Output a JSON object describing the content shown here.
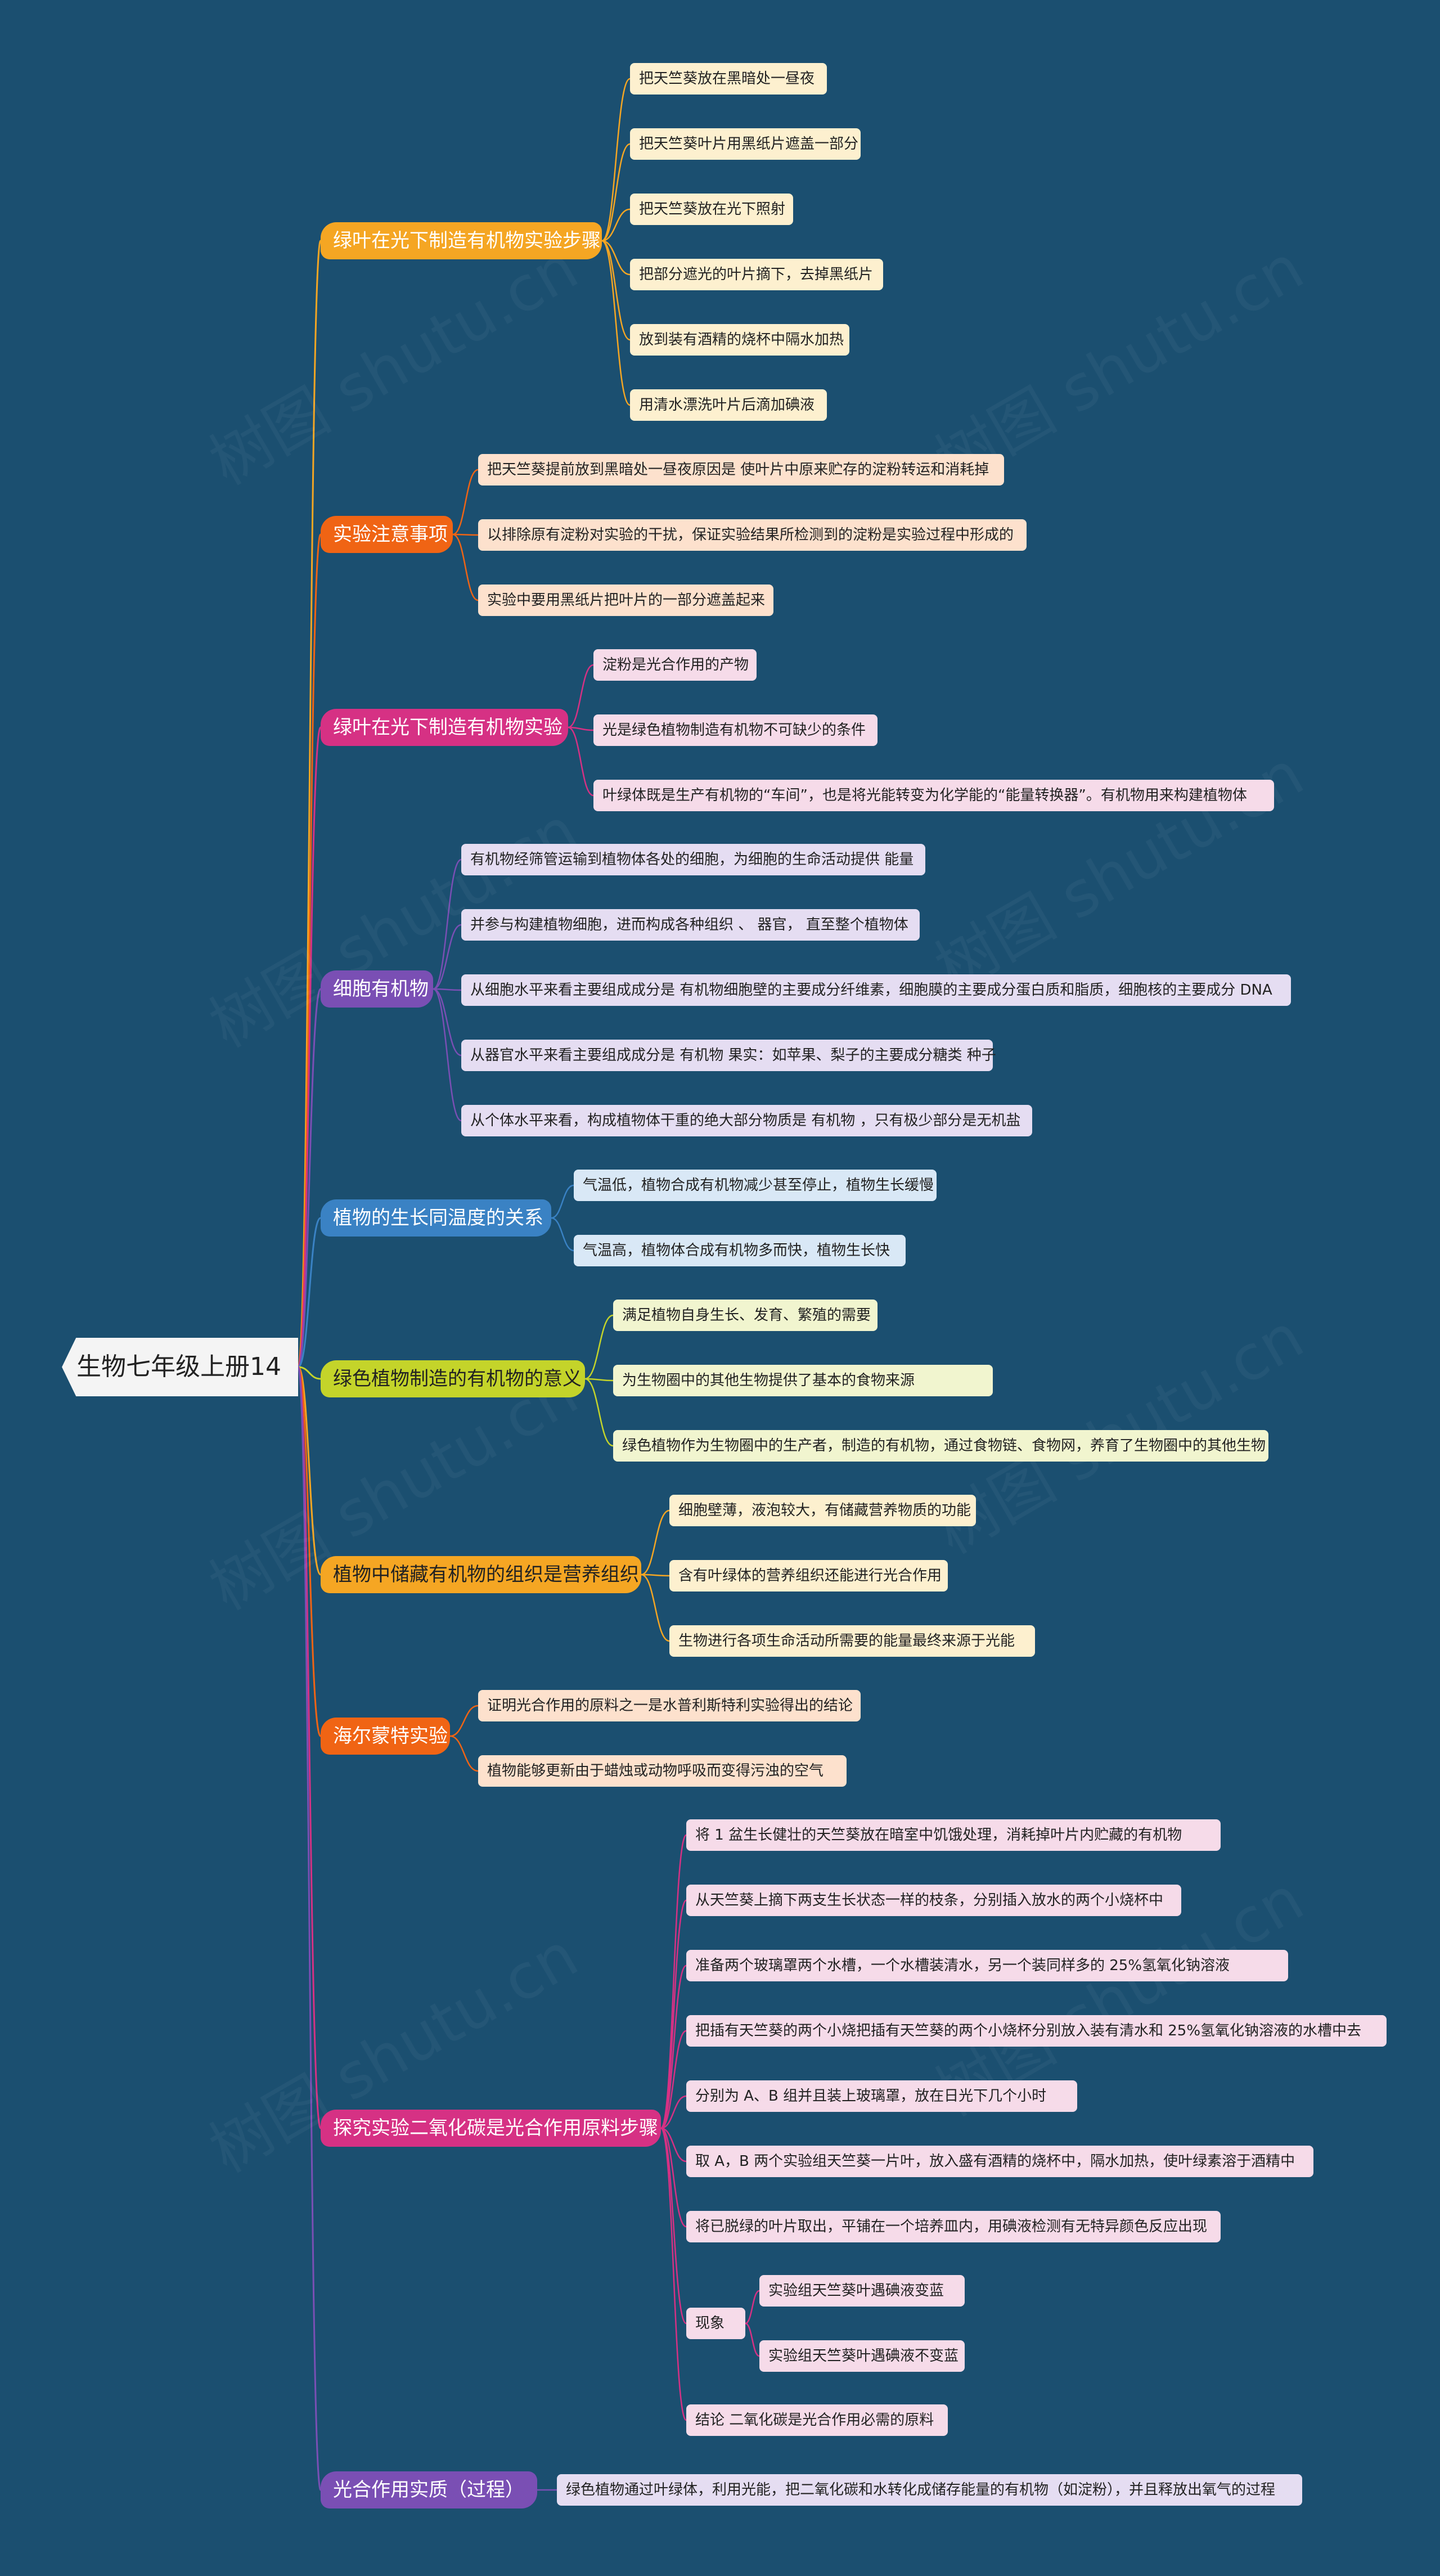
{
  "root": "生物七年级上册14",
  "watermark": "树图 shutu.cn",
  "branches": [
    {
      "label": "绿叶在光下制造有机物实验步骤",
      "color": "#f5a623",
      "leafBg": "#fdf0cf",
      "leaves": [
        "把天竺葵放在黑暗处一昼夜",
        "把天竺葵叶片用黑纸片遮盖一部分",
        "把天竺葵放在光下照射",
        "把部分遮光的叶片摘下，去掉黑纸片",
        "放到装有酒精的烧杯中隔水加热",
        "用清水漂洗叶片后滴加碘液"
      ]
    },
    {
      "label": "实验注意事项",
      "color": "#f06414",
      "leafBg": "#fde1cd",
      "leaves": [
        "把天竺葵提前放到黑暗处一昼夜原因是 使叶片中原来贮存的淀粉转运和消耗掉",
        "以排除原有淀粉对实验的干扰，保证实验结果所检测到的淀粉是实验过程中形成的",
        "实验中要用黑纸片把叶片的一部分遮盖起来"
      ]
    },
    {
      "label": "绿叶在光下制造有机物实验",
      "color": "#d63184",
      "leafBg": "#f6dbe9",
      "leaves": [
        "淀粉是光合作用的产物",
        "光是绿色植物制造有机物不可缺少的条件",
        "叶绿体既是生产有机物的“车间”，也是将光能转变为化学能的“能量转换器”。有机物用来构建植物体"
      ]
    },
    {
      "label": "细胞有机物",
      "color": "#7a4fb4",
      "leafBg": "#e5ddf2",
      "leaves": [
        "有机物经筛管运输到植物体各处的细胞，为细胞的生命活动提供 能量",
        "并参与构建植物细胞，进而构成各种组织 、 器官， 直至整个植物体",
        "从细胞水平来看主要组成成分是 有机物细胞壁的主要成分纤维素，细胞膜的主要成分蛋白质和脂质，细胞核的主要成分 DNA",
        "从器官水平来看主要组成成分是 有机物 果实：如苹果、梨子的主要成分糖类 种子",
        "从个体水平来看，构成植物体干重的绝大部分物质是 有机物 ，只有极少部分是无机盐"
      ]
    },
    {
      "label": "植物的生长同温度的关系",
      "color": "#3a82c4",
      "leafBg": "#d9e8f6",
      "leaves": [
        "气温低，植物合成有机物减少甚至停止，植物生长缓慢",
        "气温高，植物体合成有机物多而快，植物生长快"
      ]
    },
    {
      "label": "绿色植物制造的有机物的意义",
      "color": "#c4d42a",
      "leafBg": "#f1f5cf",
      "textColor": "#222",
      "leaves": [
        "满足植物自身生长、发育、繁殖的需要",
        "为生物圈中的其他生物提供了基本的食物来源",
        "绿色植物作为生物圈中的生产者，制造的有机物，通过食物链、食物网，养育了生物圈中的其他生物"
      ]
    },
    {
      "label": "植物中储藏有机物的组织是营养组织",
      "color": "#f5a623",
      "leafBg": "#fdf0cf",
      "textColor": "#222",
      "leaves": [
        "细胞壁薄，液泡较大，有储藏营养物质的功能",
        "含有叶绿体的营养组织还能进行光合作用",
        "生物进行各项生命活动所需要的能量最终来源于光能"
      ]
    },
    {
      "label": "海尔蒙特实验",
      "color": "#f06414",
      "leafBg": "#fde1cd",
      "leaves": [
        "证明光合作用的原料之一是水普利斯特利实验得出的结论",
        "植物能够更新由于蜡烛或动物呼吸而变得污浊的空气"
      ]
    },
    {
      "label": "探究实验二氧化碳是光合作用原料步骤",
      "color": "#d63184",
      "leafBg": "#f6dbe9",
      "leaves": [
        "将 1 盆生长健壮的天竺葵放在暗室中饥饿处理，消耗掉叶片内贮藏的有机物",
        "从天竺葵上摘下两支生长状态一样的枝条，分别插入放水的两个小烧杯中",
        "准备两个玻璃罩两个水槽，一个水槽装清水，另一个装同样多的 25%氢氧化钠溶液",
        "把插有天竺葵的两个小烧把插有天竺葵的两个小烧杯分别放入装有清水和 25%氢氧化钠溶液的水槽中去",
        "分别为 A、B 组并且装上玻璃罩，放在日光下几个小时",
        "取 A，B 两个实验组天竺葵一片叶，放入盛有酒精的烧杯中，隔水加热，使叶绿素溶于酒精中",
        "将已脱绿的叶片取出，平铺在一个培养皿内，用碘液检测有无特异颜色反应出现",
        "现象",
        "结论 二氧化碳是光合作用必需的原料"
      ],
      "sub": [
        "实验组天竺葵叶遇碘液变蓝",
        "实验组天竺葵叶遇碘液不变蓝"
      ]
    },
    {
      "label": "光合作用实质（过程）",
      "color": "#7a4fb4",
      "leafBg": "#e5ddf2",
      "leaves": [
        "绿色植物通过叶绿体，利用光能，把二氧化碳和水转化成储存能量的有机物（如淀粉），并且释放出氧气的过程"
      ]
    }
  ]
}
